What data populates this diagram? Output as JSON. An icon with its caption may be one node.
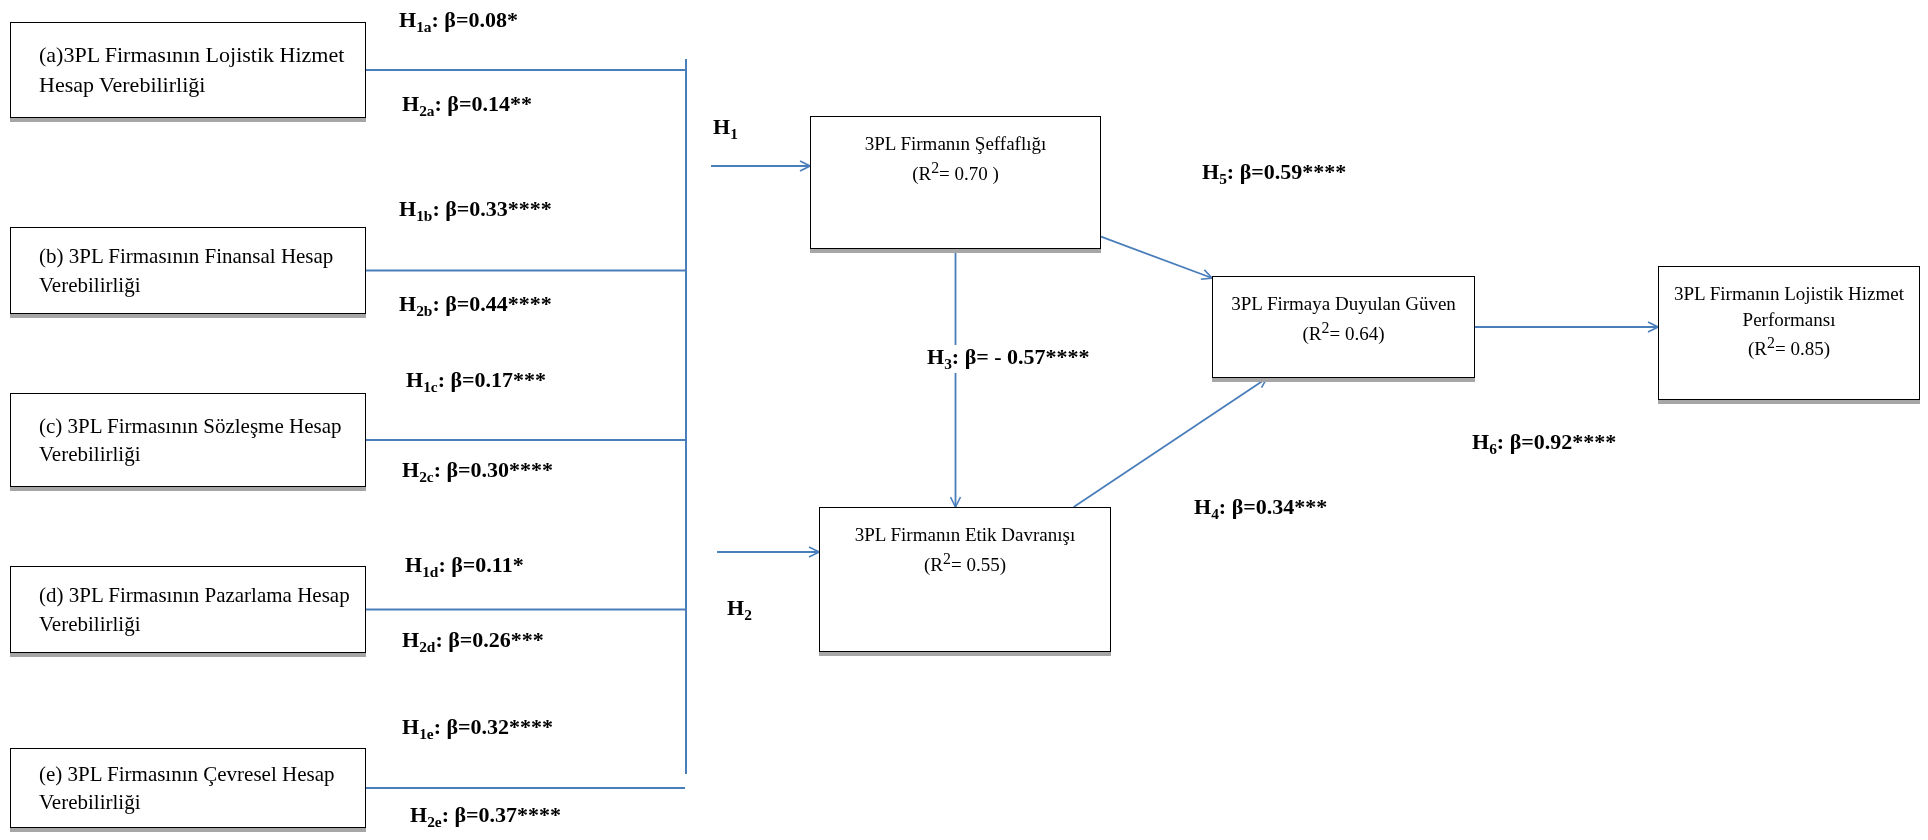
{
  "diagram": {
    "nodes": [
      {
        "text": [
          "(a)3PL Firmasının Lojistik Hizmet Hesap Verebilirliği"
        ]
      },
      {
        "text": [
          "(b) 3PL Firmasının Finansal Hesap Verebilirliği"
        ]
      },
      {
        "text": [
          "(c) 3PL Firmasının Sözleşme Hesap Verebilirliği"
        ]
      },
      {
        "text": [
          "(d) 3PL Firmasının Pazarlama Hesap Verebilirliği"
        ]
      },
      {
        "text": [
          "(e) 3PL Firmasının Çevresel Hesap Verebilirliği"
        ]
      },
      {
        "text": [],
        "shape": "bar"
      },
      {
        "text": [
          "3PL Firmanın Şeffaflığı",
          "(R$^{2}$= 0.70 )"
        ]
      },
      {
        "text": [
          "3PL Firmanın Etik Davranışı",
          "(R$^{2}$= 0.55)"
        ]
      },
      {
        "text": [
          "3PL Firmaya Duyulan Güven",
          "(R$^{2}$= 0.64)"
        ]
      },
      {
        "text": [
          "3PL Firmanın Lojistik Hizmet Performansı",
          "(R$^{2}$= 0.85)"
        ]
      }
    ],
    "edges": [
      {
        "from": 0,
        "to": 5,
        "arrow": "none"
      },
      {
        "from": 1,
        "to": 5,
        "arrow": "none"
      },
      {
        "from": 2,
        "to": 5,
        "arrow": "none"
      },
      {
        "from": 3,
        "to": 5,
        "arrow": "none"
      },
      {
        "from": 4,
        "to": 5,
        "arrow": "none"
      },
      {
        "from": null,
        "to": 6,
        "arrow": "to",
        "label": "H$_{1}$"
      },
      {
        "from": null,
        "to": 7,
        "arrow": "to",
        "label": "H$_{2}$"
      },
      {
        "from": 6,
        "to": 7,
        "arrow": "to",
        "label": "H$_{3}$: β= - 0.57****"
      },
      {
        "from": 6,
        "to": 8,
        "arrow": "to",
        "label": "H$_{5}$: β=0.59****"
      },
      {
        "from": 7,
        "to": 8,
        "arrow": "to",
        "label": "H$_{4}$: β=0.34***"
      },
      {
        "from": 8,
        "to": 9,
        "arrow": "to",
        "label": "H$_{6}$: β=0.92****"
      }
    ],
    "labels": [
      "H$_{1a}$: β=0.08*",
      "H$_{2a}$: β=0.14**",
      "H$_{1b}$: β=0.33****",
      "H$_{2b}$: β=0.44****",
      "H$_{1c}$: β=0.17***",
      "H$_{2c}$: β=0.30****",
      "H$_{1d}$: β=0.11*",
      "H$_{2d}$: β=0.26***",
      "H$_{1e}$: β=0.32****",
      "H$_{2e}$: β=0.37****"
    ]
  }
}
